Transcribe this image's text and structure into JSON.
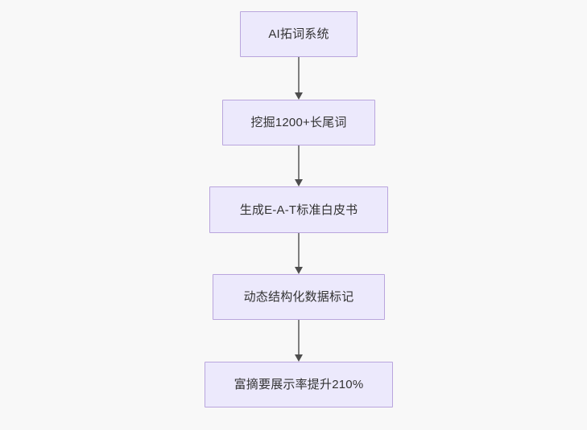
{
  "diagram": {
    "type": "flowchart",
    "direction": "top-to-bottom",
    "background_color": "#f8f8f8",
    "node_fill_color": "#ece9fc",
    "node_border_color": "#b9a5dd",
    "node_text_color": "#333333",
    "edge_color": "#7f7f7f",
    "arrowhead_color": "#4d4d4d",
    "nodes": [
      {
        "id": "n1",
        "label": "AI拓词系统"
      },
      {
        "id": "n2",
        "label": "挖掘1200+长尾词"
      },
      {
        "id": "n3",
        "label": "生成E-A-T标准白皮书"
      },
      {
        "id": "n4",
        "label": "动态结构化数据标记"
      },
      {
        "id": "n5",
        "label": "富摘要展示率提升210%"
      }
    ],
    "edges": [
      {
        "from": "n1",
        "to": "n2",
        "label": ""
      },
      {
        "from": "n2",
        "to": "n3",
        "label": ""
      },
      {
        "from": "n3",
        "to": "n4",
        "label": ""
      },
      {
        "from": "n4",
        "to": "n5",
        "label": ""
      }
    ]
  }
}
